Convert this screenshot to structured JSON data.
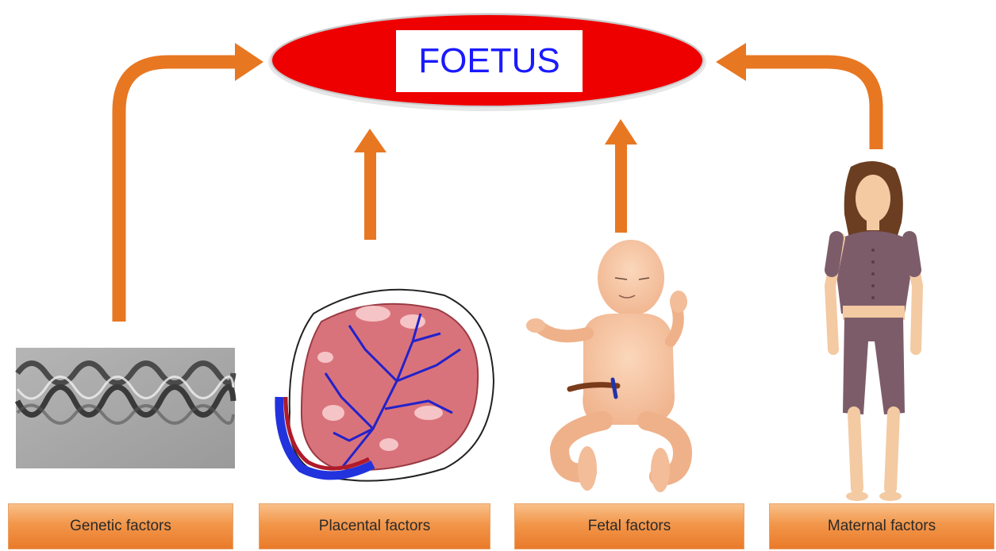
{
  "center": {
    "label": "FOETUS",
    "fill_color": "#ee0000",
    "text_color": "#1a1aff"
  },
  "arrow_color": "#e87722",
  "factors": [
    {
      "label": "Genetic factors",
      "image": "dna-helix-micrograph"
    },
    {
      "label": "Placental factors",
      "image": "placenta-illustration"
    },
    {
      "label": "Fetal factors",
      "image": "baby-illustration"
    },
    {
      "label": "Maternal factors",
      "image": "woman-illustration"
    }
  ]
}
